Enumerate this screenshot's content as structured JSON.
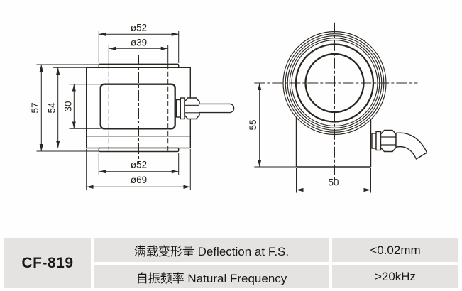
{
  "product": {
    "model": "CF-819"
  },
  "table": {
    "rows": [
      {
        "label": "满载变形量 Deflection at F.S.",
        "value": "<0.02mm"
      },
      {
        "label": "自振频率 Natural Frequency",
        "value": ">20kHz"
      }
    ]
  },
  "drawing": {
    "side_view": {
      "dims": {
        "top_outer_dia": "ø52",
        "top_bore_dia": "ø39",
        "bottom_boss_dia": "ø52",
        "base_dia": "ø69",
        "total_height": "57",
        "body_height": "54",
        "recess_height": "30"
      }
    },
    "front_view": {
      "dims": {
        "center_to_base": "55",
        "base_width": "50"
      }
    },
    "colors": {
      "line": "#2b2620",
      "cell_bg": "#e5e3e1",
      "text": "#1b1917"
    }
  }
}
